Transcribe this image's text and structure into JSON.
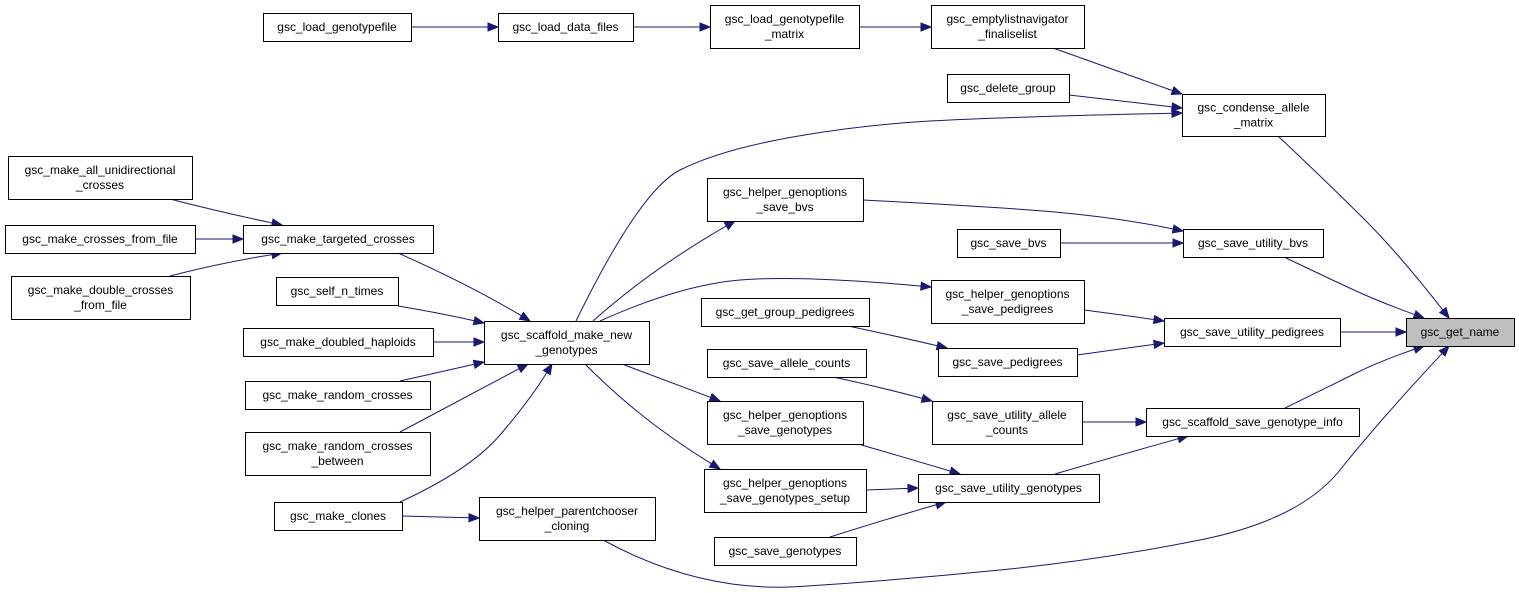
{
  "graph": {
    "nodes": [
      {
        "id": "n0",
        "lines": [
          "gsc_get_name"
        ],
        "highlight": true
      },
      {
        "id": "n1",
        "lines": [
          "gsc_condense_allele",
          "_matrix"
        ]
      },
      {
        "id": "n2",
        "lines": [
          "gsc_emptylistnavigator",
          "_finaliselist"
        ]
      },
      {
        "id": "n3",
        "lines": [
          "gsc_load_genotypefile",
          "_matrix"
        ]
      },
      {
        "id": "n4",
        "lines": [
          "gsc_load_data_files"
        ]
      },
      {
        "id": "n5",
        "lines": [
          "gsc_load_genotypefile"
        ]
      },
      {
        "id": "n6",
        "lines": [
          "gsc_delete_group"
        ]
      },
      {
        "id": "n7",
        "lines": [
          "gsc_scaffold_make_new",
          "_genotypes"
        ]
      },
      {
        "id": "n8",
        "lines": [
          "gsc_make_clones"
        ]
      },
      {
        "id": "n9",
        "lines": [
          "gsc_make_doubled_haploids"
        ]
      },
      {
        "id": "n10",
        "lines": [
          "gsc_make_random_crosses"
        ]
      },
      {
        "id": "n11",
        "lines": [
          "gsc_make_random_crosses",
          "_between"
        ]
      },
      {
        "id": "n12",
        "lines": [
          "gsc_make_targeted_crosses"
        ]
      },
      {
        "id": "n13",
        "lines": [
          "gsc_make_all_unidirectional",
          "_crosses"
        ]
      },
      {
        "id": "n14",
        "lines": [
          "gsc_make_crosses_from_file"
        ]
      },
      {
        "id": "n15",
        "lines": [
          "gsc_make_double_crosses",
          "_from_file"
        ]
      },
      {
        "id": "n16",
        "lines": [
          "gsc_self_n_times"
        ]
      },
      {
        "id": "n17",
        "lines": [
          "gsc_helper_parentchooser",
          "_cloning"
        ]
      },
      {
        "id": "n18",
        "lines": [
          "gsc_save_utility_bvs"
        ]
      },
      {
        "id": "n19",
        "lines": [
          "gsc_helper_genoptions",
          "_save_bvs"
        ]
      },
      {
        "id": "n20",
        "lines": [
          "gsc_save_bvs"
        ]
      },
      {
        "id": "n21",
        "lines": [
          "gsc_save_utility_pedigrees"
        ]
      },
      {
        "id": "n22",
        "lines": [
          "gsc_helper_genoptions",
          "_save_pedigrees"
        ]
      },
      {
        "id": "n23",
        "lines": [
          "gsc_save_pedigrees"
        ]
      },
      {
        "id": "n24",
        "lines": [
          "gsc_get_group_pedigrees"
        ]
      },
      {
        "id": "n25",
        "lines": [
          "gsc_scaffold_save_genotype_info"
        ]
      },
      {
        "id": "n26",
        "lines": [
          "gsc_save_utility_allele",
          "_counts"
        ]
      },
      {
        "id": "n27",
        "lines": [
          "gsc_save_allele_counts"
        ]
      },
      {
        "id": "n28",
        "lines": [
          "gsc_save_utility_genotypes"
        ]
      },
      {
        "id": "n29",
        "lines": [
          "gsc_helper_genoptions",
          "_save_genotypes"
        ]
      },
      {
        "id": "n30",
        "lines": [
          "gsc_helper_genoptions",
          "_save_genotypes_setup"
        ]
      },
      {
        "id": "n31",
        "lines": [
          "gsc_save_genotypes"
        ]
      }
    ],
    "edges": [
      {
        "from": "n1",
        "to": "n0"
      },
      {
        "from": "n18",
        "to": "n0"
      },
      {
        "from": "n21",
        "to": "n0"
      },
      {
        "from": "n25",
        "to": "n0"
      },
      {
        "from": "n17",
        "to": "n0"
      },
      {
        "from": "n2",
        "to": "n1"
      },
      {
        "from": "n6",
        "to": "n1"
      },
      {
        "from": "n7",
        "to": "n1"
      },
      {
        "from": "n3",
        "to": "n2"
      },
      {
        "from": "n4",
        "to": "n3"
      },
      {
        "from": "n5",
        "to": "n4"
      },
      {
        "from": "n8",
        "to": "n7"
      },
      {
        "from": "n9",
        "to": "n7"
      },
      {
        "from": "n10",
        "to": "n7"
      },
      {
        "from": "n11",
        "to": "n7"
      },
      {
        "from": "n12",
        "to": "n7"
      },
      {
        "from": "n16",
        "to": "n7"
      },
      {
        "from": "n13",
        "to": "n12"
      },
      {
        "from": "n14",
        "to": "n12"
      },
      {
        "from": "n15",
        "to": "n12"
      },
      {
        "from": "n8",
        "to": "n17"
      },
      {
        "from": "n19",
        "to": "n18"
      },
      {
        "from": "n20",
        "to": "n18"
      },
      {
        "from": "n7",
        "to": "n19"
      },
      {
        "from": "n22",
        "to": "n21"
      },
      {
        "from": "n23",
        "to": "n21"
      },
      {
        "from": "n7",
        "to": "n22"
      },
      {
        "from": "n24",
        "to": "n23"
      },
      {
        "from": "n26",
        "to": "n25"
      },
      {
        "from": "n28",
        "to": "n25"
      },
      {
        "from": "n27",
        "to": "n26"
      },
      {
        "from": "n29",
        "to": "n28"
      },
      {
        "from": "n30",
        "to": "n28"
      },
      {
        "from": "n31",
        "to": "n28"
      },
      {
        "from": "n7",
        "to": "n29"
      },
      {
        "from": "n7",
        "to": "n30"
      }
    ]
  }
}
